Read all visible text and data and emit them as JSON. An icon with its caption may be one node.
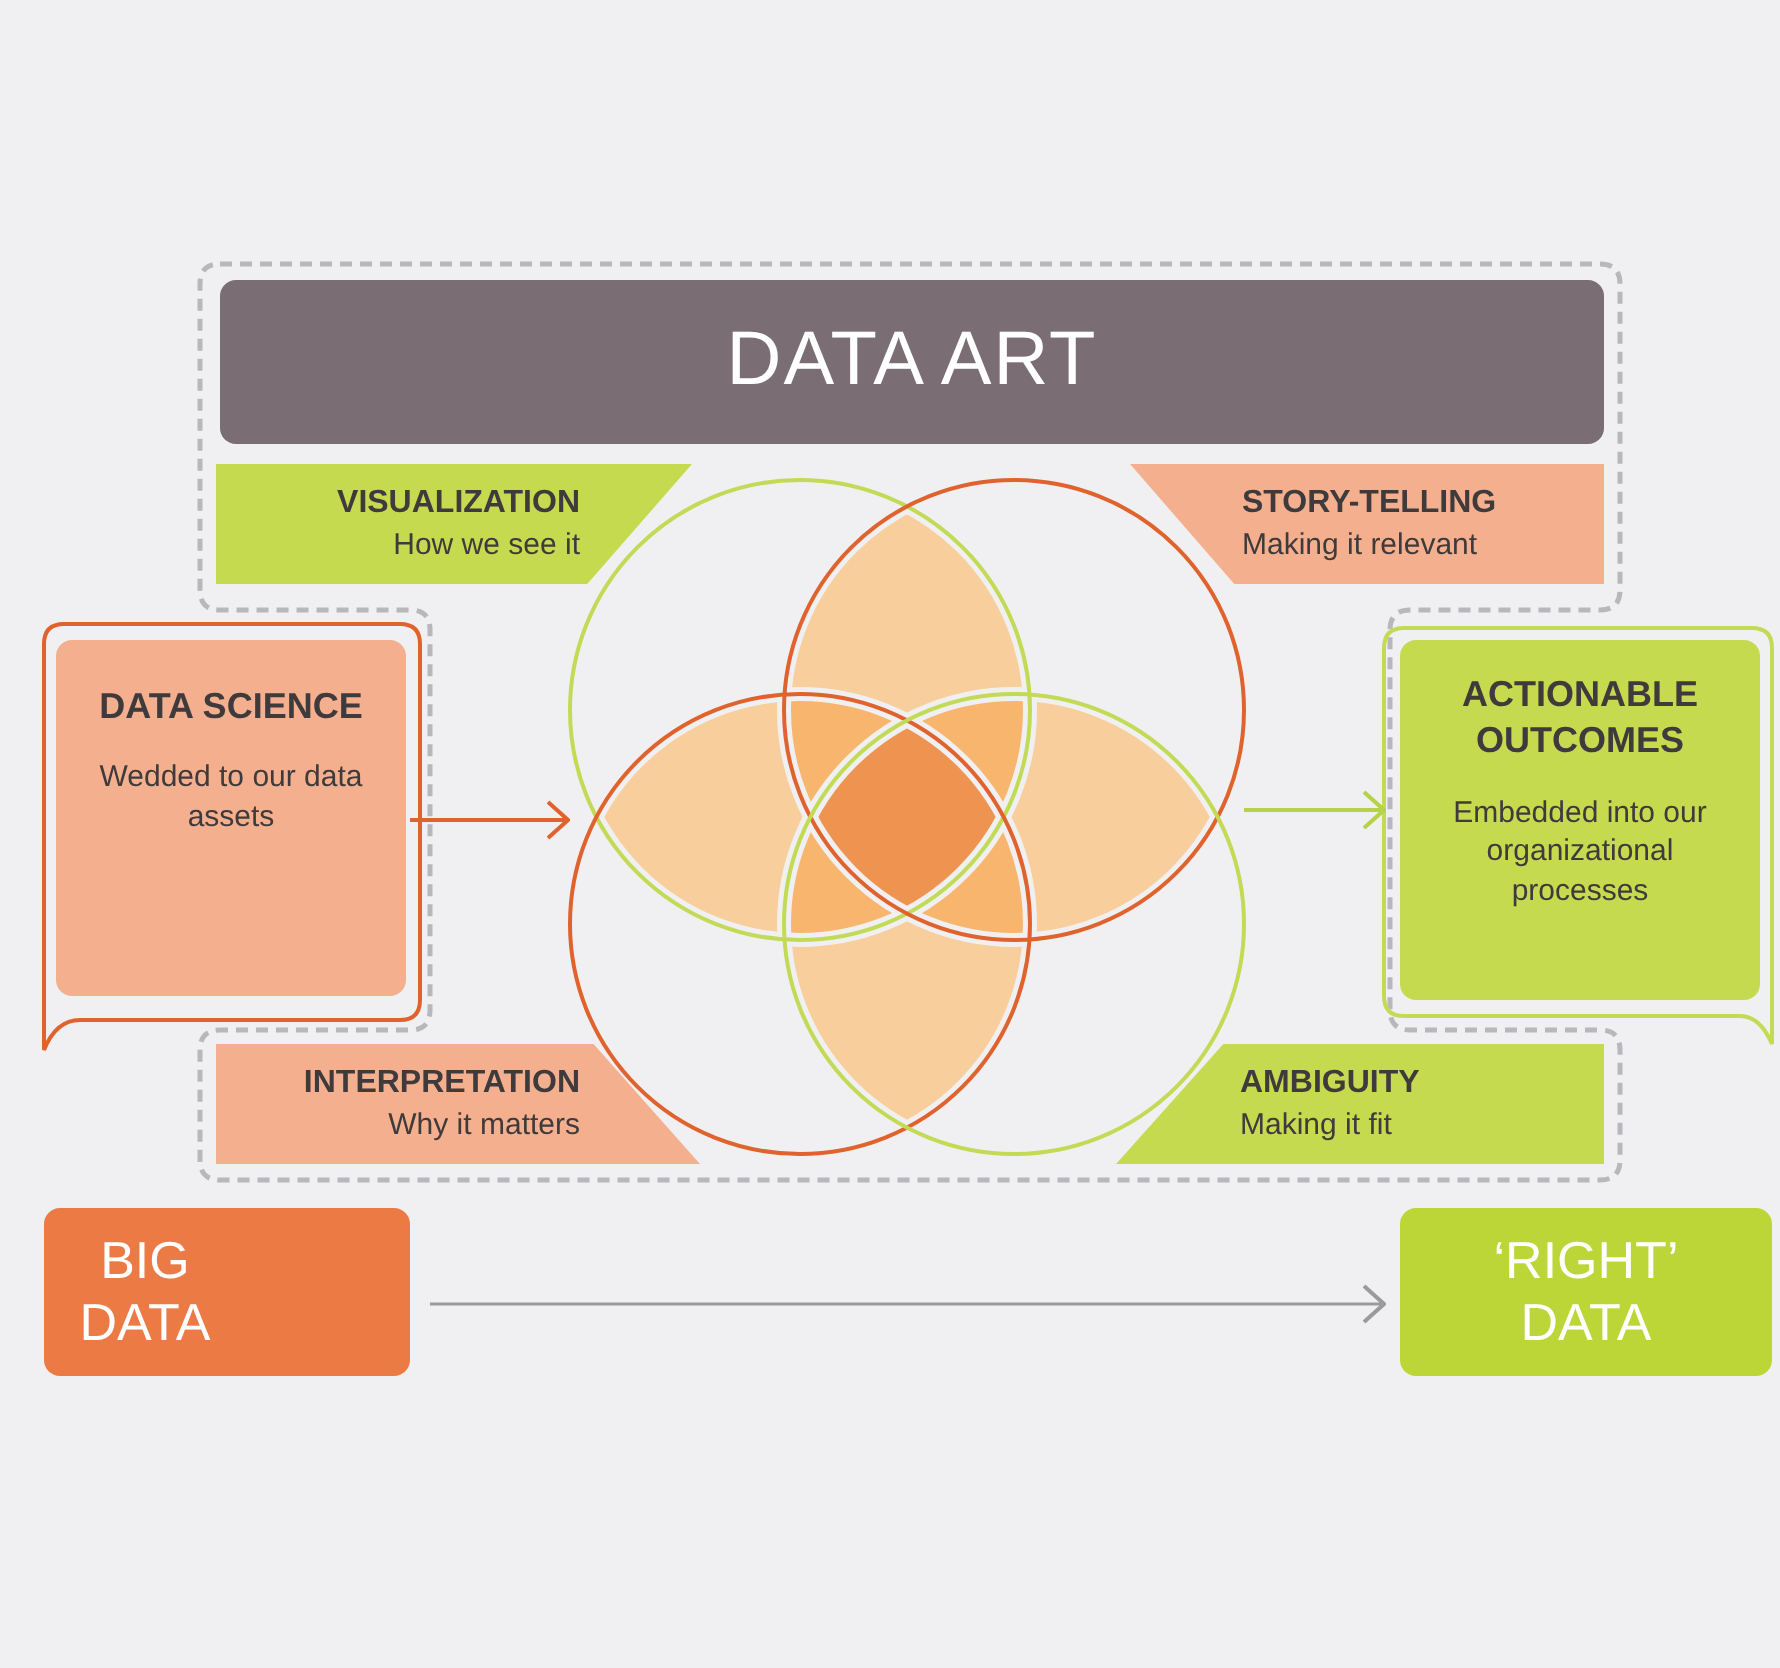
{
  "diagram": {
    "nodes": [
      {
        "text": [
          "DATA ART"
        ]
      },
      {
        "text": [
          "VISUALIZATION",
          "How we see it"
        ]
      },
      {
        "text": [
          "STORY-TELLING",
          "Making it relevant"
        ]
      },
      {
        "text": [
          "DATA SCIENCE",
          "Wedded to our data assets"
        ]
      },
      {
        "text": [],
        "shape": "picture"
      },
      {
        "text": [
          "ACTIONABLE OUTCOMES",
          "Embedded into our organizational processes"
        ]
      },
      {
        "text": [
          "INTERPRETATION",
          "Why it matters"
        ]
      },
      {
        "text": [
          "AMBIGUITY",
          "Making it fit"
        ]
      },
      {
        "text": [
          "BIG DATA"
        ]
      },
      {
        "text": [
          "‘RIGHT’ DATA"
        ]
      }
    ],
    "edges": [
      {
        "from": 3,
        "to": 4,
        "arrow": "to",
        "color": "#e0632e"
      },
      {
        "from": 4,
        "to": 5,
        "arrow": "to",
        "color": "#b5d24a"
      },
      {
        "from": 8,
        "to": 9,
        "arrow": "to",
        "color": "#9a9a9a"
      }
    ]
  }
}
